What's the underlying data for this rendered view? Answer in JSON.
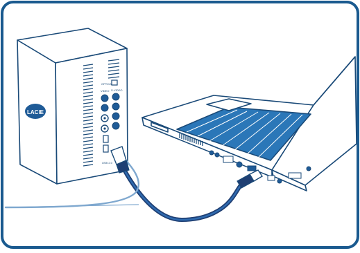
{
  "brand_logo_text": "LACIE",
  "port_labels": {
    "optical": "OPTICAL",
    "s_video": "S-VIDEO",
    "video": "VIDEO",
    "usb_device": "USB 2.0"
  },
  "colors": {
    "border": "#1a5a8f",
    "line": "#1a4a78",
    "cable": "#1f3f73",
    "cable_light": "#2f6bb0",
    "screen_blue": "#2b77b8",
    "logo_fill": "#1f5b97",
    "background": "#ffffff"
  }
}
